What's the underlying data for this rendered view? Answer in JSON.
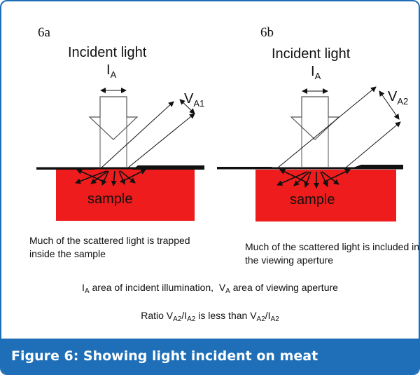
{
  "panels": {
    "a": {
      "label": "6a",
      "incident": "Incident light",
      "ia_main": "I",
      "ia_sub": "A",
      "va_main": "V",
      "va_sub": "A1",
      "sample": "sample",
      "caption": "Much of the scattered light is trapped inside the sample"
    },
    "b": {
      "label": "6b",
      "incident": "Incident light",
      "ia_main": "I",
      "ia_sub": "A",
      "va_main": "V",
      "va_sub": "A2",
      "sample": "sample",
      "caption": "Much of the scattered light is included in the viewing aperture"
    }
  },
  "legend": {
    "ia_main": "I",
    "ia_sub": "A",
    "ia_text": " area of incident illumination,  ",
    "va_main": "V",
    "va_sub": "A",
    "va_text": " area of viewing aperture"
  },
  "ratio": {
    "prefix": "Ratio V",
    "sub1": "A2",
    "mid1": "/I",
    "sub2": "A2",
    "mid2": " is less than V",
    "sub3": "A2",
    "mid3": "/I",
    "sub4": "A2"
  },
  "footer": {
    "title": "Figure 6: Showing light incident on meat"
  },
  "colors": {
    "accent": "#1e6fb8",
    "sample": "#ee1c1c"
  }
}
